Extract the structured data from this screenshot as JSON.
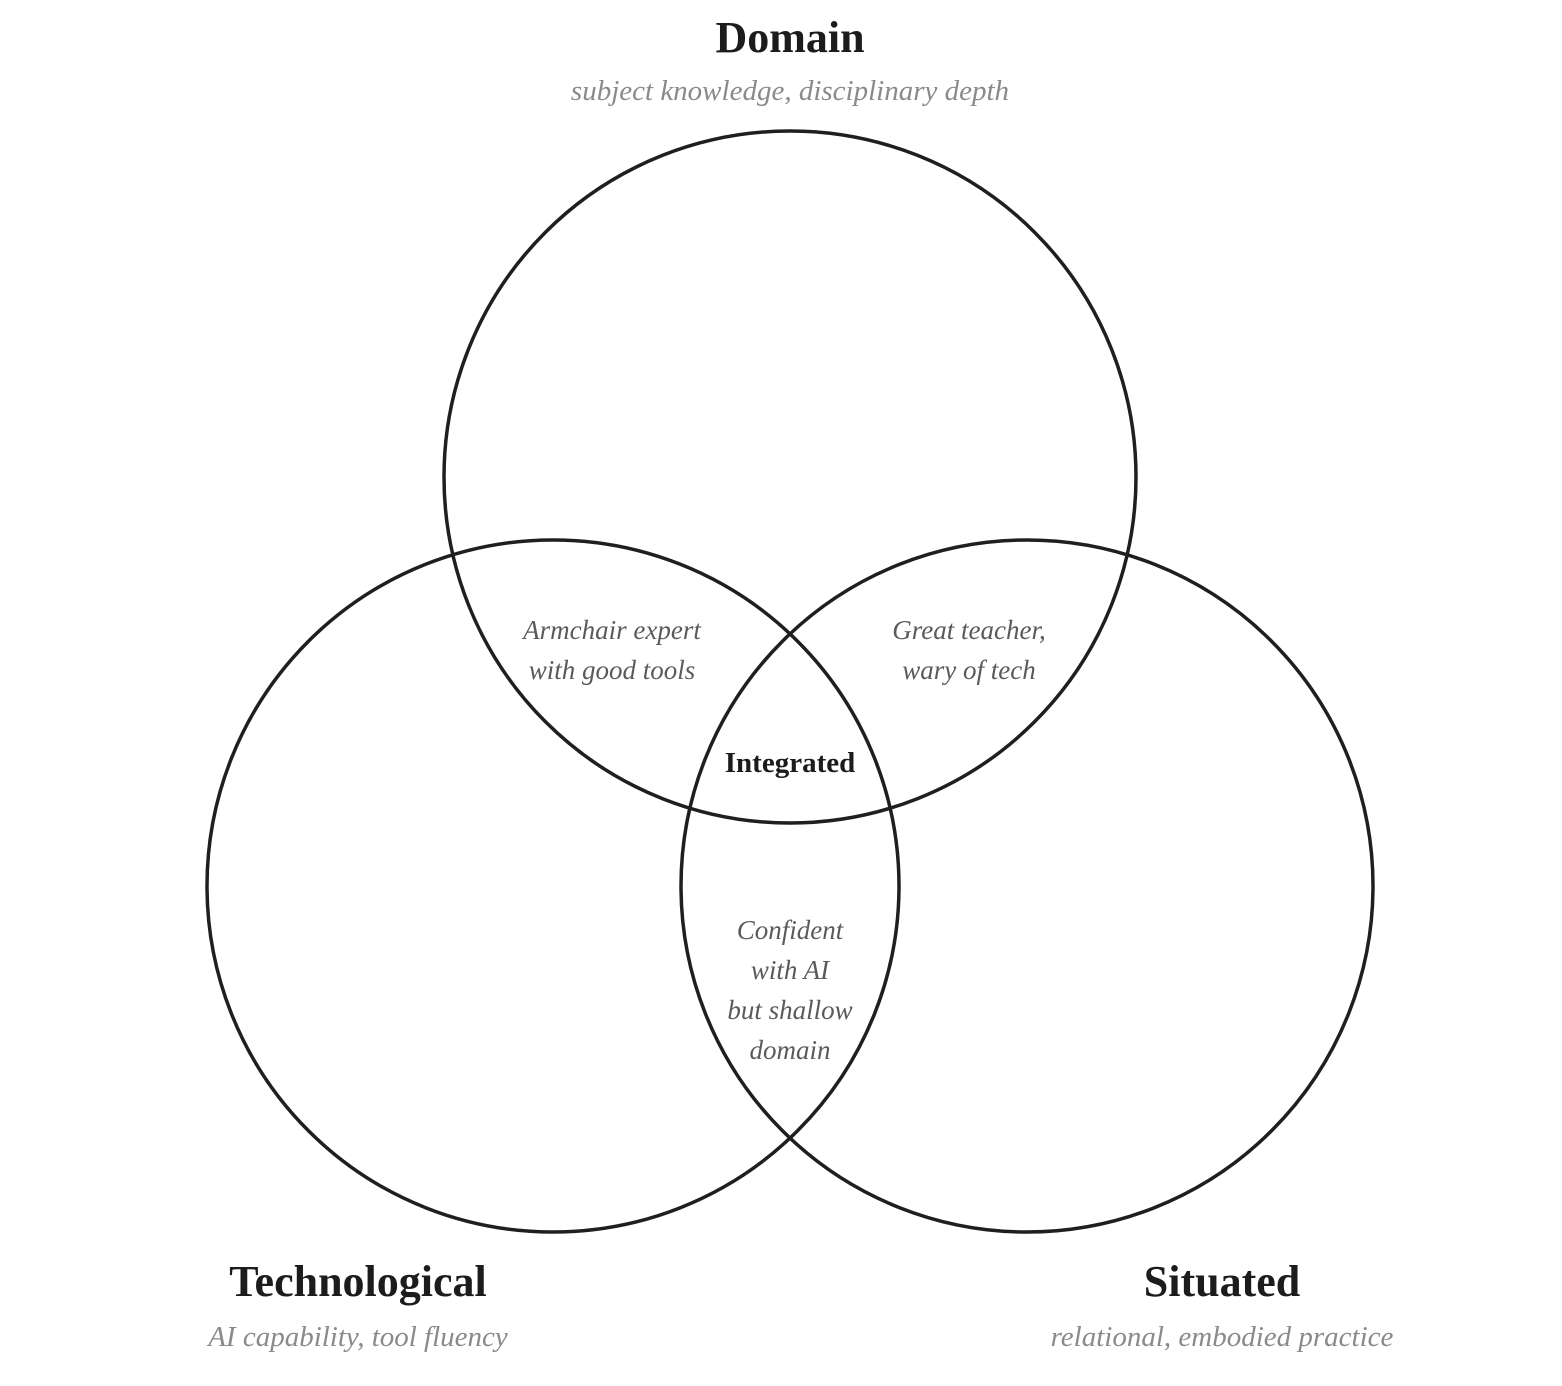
{
  "sets": [
    {
      "id": "domain",
      "title": "Domain",
      "subtitle": "subject knowledge, disciplinary depth"
    },
    {
      "id": "technological",
      "title": "Technological",
      "subtitle": "AI capability, tool fluency"
    },
    {
      "id": "situated",
      "title": "Situated",
      "subtitle": "relational, embodied practice"
    }
  ],
  "intersections": {
    "domain_technological": [
      "Armchair expert",
      "with good tools"
    ],
    "domain_situated": [
      "Great teacher,",
      "wary of tech"
    ],
    "technological_situated": [
      "Confident",
      "with AI",
      "but shallow",
      "domain"
    ],
    "all": "Integrated"
  },
  "colors": {
    "stroke": "#1f1f1f",
    "title": "#1c1c1c",
    "subtitle": "#8a8a8a",
    "region": "#5a5a5a"
  }
}
